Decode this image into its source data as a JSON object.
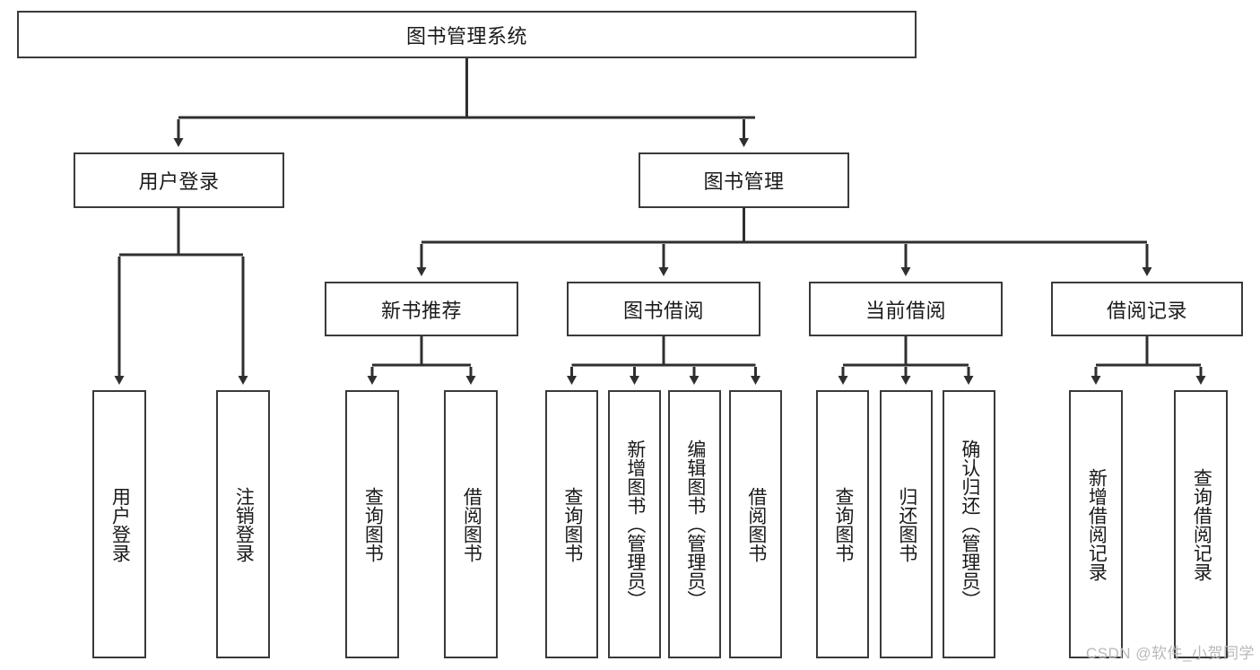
{
  "diagram": {
    "title_node": {
      "label": "图书管理系统"
    },
    "level2": [
      {
        "id": "user-login",
        "label": "用户登录"
      },
      {
        "id": "book-management",
        "label": "图书管理"
      }
    ],
    "level3": [
      {
        "id": "new-book-recommend",
        "label": "新书推荐"
      },
      {
        "id": "book-borrow",
        "label": "图书借阅"
      },
      {
        "id": "current-borrow",
        "label": "当前借阅"
      },
      {
        "id": "borrow-record",
        "label": "借阅记录"
      }
    ],
    "leaves": {
      "user_login": [
        {
          "id": "leaf-user-login",
          "label": "用户登录"
        },
        {
          "id": "leaf-logout-login",
          "label": "注销登录"
        }
      ],
      "new_book_recommend": [
        {
          "id": "leaf-query-book-1",
          "label": "查询图书"
        },
        {
          "id": "leaf-borrow-book-1",
          "label": "借阅图书"
        }
      ],
      "book_borrow": [
        {
          "id": "leaf-query-book-2",
          "label": "查询图书"
        },
        {
          "id": "leaf-add-book-admin",
          "label": "新增图书（管理员）"
        },
        {
          "id": "leaf-edit-book-admin",
          "label": "编辑图书（管理员）"
        },
        {
          "id": "leaf-borrow-book-2",
          "label": "借阅图书"
        }
      ],
      "current_borrow": [
        {
          "id": "leaf-query-book-3",
          "label": "查询图书"
        },
        {
          "id": "leaf-return-book",
          "label": "归还图书"
        },
        {
          "id": "leaf-confirm-return-admin",
          "label": "确认归还（管理员）"
        }
      ],
      "borrow_record": [
        {
          "id": "leaf-add-borrow-record",
          "label": "新增借阅记录"
        },
        {
          "id": "leaf-query-borrow-record",
          "label": "查询借阅记录"
        }
      ]
    },
    "watermark": {
      "text": "CSDN @软件_小贺同学"
    },
    "colors": {
      "border": "#3a3a3a",
      "background": "#ffffff",
      "text": "#1a1a1a",
      "watermark": "#b9b9b9"
    }
  }
}
